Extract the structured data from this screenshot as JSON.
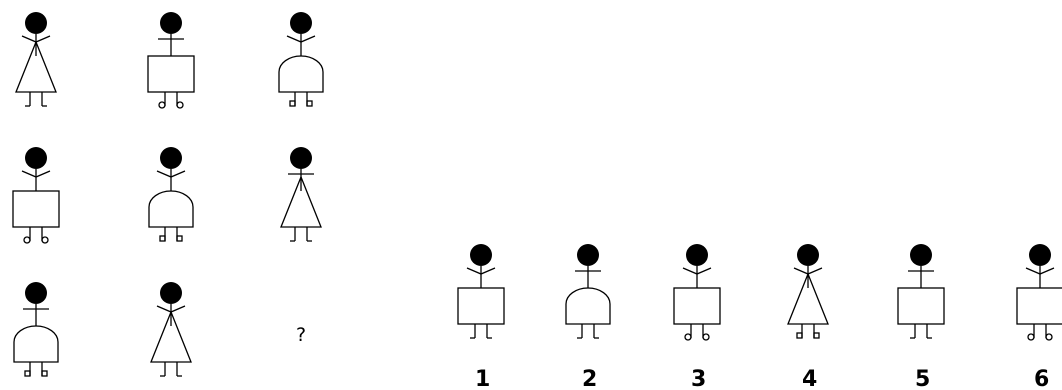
{
  "matrix": [
    {
      "arms": "angled",
      "body": "triangle",
      "feet": "straight"
    },
    {
      "arms": "straight",
      "body": "square",
      "feet": "round"
    },
    {
      "arms": "angled",
      "body": "dome",
      "feet": "square"
    },
    {
      "arms": "angled",
      "body": "square",
      "feet": "round"
    },
    {
      "arms": "angled",
      "body": "dome",
      "feet": "square"
    },
    {
      "arms": "straight",
      "body": "triangle",
      "feet": "straight"
    },
    {
      "arms": "straight",
      "body": "dome",
      "feet": "square"
    },
    {
      "arms": "angled",
      "body": "triangle",
      "feet": "straight"
    },
    null
  ],
  "missing_mark": "?",
  "options": [
    {
      "label": "1",
      "arms": "angled",
      "body": "square",
      "feet": "straight"
    },
    {
      "label": "2",
      "arms": "straight",
      "body": "dome",
      "feet": "straight"
    },
    {
      "label": "3",
      "arms": "angled",
      "body": "square",
      "feet": "round"
    },
    {
      "label": "4",
      "arms": "angled",
      "body": "triangle",
      "feet": "square"
    },
    {
      "label": "5",
      "arms": "straight",
      "body": "square",
      "feet": "straight"
    },
    {
      "label": "6",
      "arms": "angled",
      "body": "square",
      "feet": "round"
    }
  ]
}
